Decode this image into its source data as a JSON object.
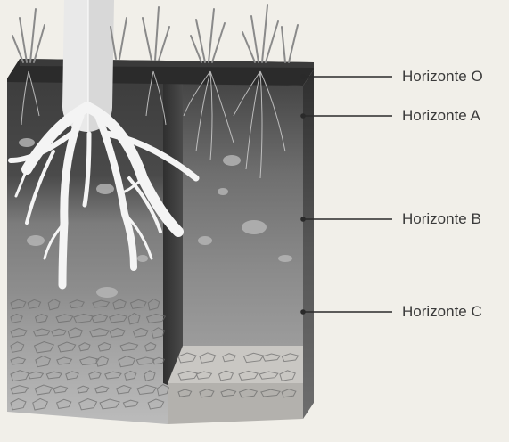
{
  "figure": {
    "title": "",
    "horizons": [
      {
        "id": "O",
        "label": "Horizonte O"
      },
      {
        "id": "A",
        "label": "Horizonte A"
      },
      {
        "id": "B",
        "label": "Horizonte B"
      },
      {
        "id": "C",
        "label": "Horizonte C"
      }
    ]
  },
  "colors": {
    "background": "#f1efe9",
    "leader_line": "#2a2a2a",
    "label_text": "#3a3a3a"
  }
}
